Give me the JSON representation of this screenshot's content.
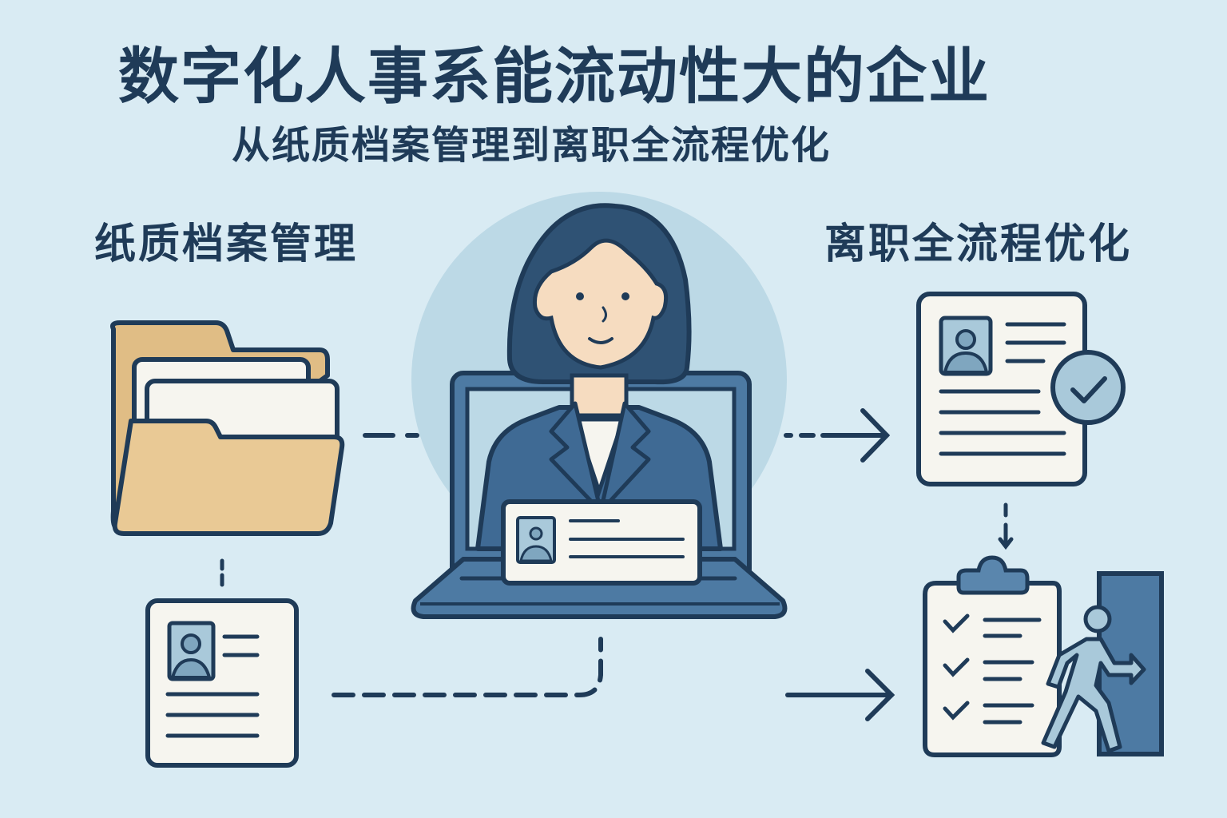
{
  "header": {
    "title": "数字化人事系能流动性大的企业",
    "subtitle": "从纸质档案管理到离职全流程优化"
  },
  "sections": {
    "left_label": "纸质档案管理",
    "right_label": "离职全流程优化"
  },
  "nodes": [
    {
      "id": "paper-folder",
      "icon": "folder-with-papers-icon"
    },
    {
      "id": "paper-profile",
      "icon": "profile-document-icon"
    },
    {
      "id": "hr-laptop",
      "icon": "hr-woman-laptop-icon"
    },
    {
      "id": "approved-document",
      "icon": "document-check-icon"
    },
    {
      "id": "offboarding-checklist",
      "icon": "clipboard-checklist-icon"
    },
    {
      "id": "employee-exit",
      "icon": "person-exit-door-icon"
    }
  ],
  "colors": {
    "background": "#d9ebf3",
    "ink": "#1f3b58",
    "accent_blue": "#3f6a94",
    "light_blue": "#a9c9da",
    "folder": "#e9c995",
    "paper": "#f6f5ef",
    "skin": "#f6dcc0"
  }
}
